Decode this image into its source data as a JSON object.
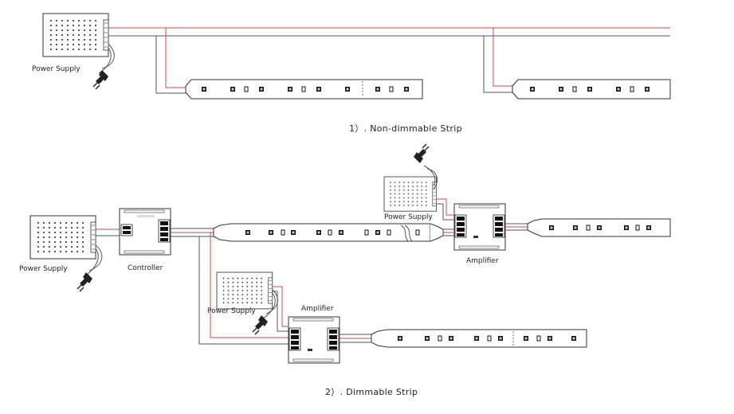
{
  "diagram": {
    "section1": {
      "caption": "1）. Non-dimmable Strip",
      "power_supply_label": "Power Supply"
    },
    "section2": {
      "caption": "2）. Dimmable Strip",
      "power_supply_main_label": "Power Supply",
      "controller_label": "Controller",
      "amplifier_top_label": "Amplifier",
      "power_supply_top_label": "Power Supply",
      "amplifier_bottom_label": "Amplifier",
      "power_supply_bottom_label": "Power Supply"
    }
  }
}
